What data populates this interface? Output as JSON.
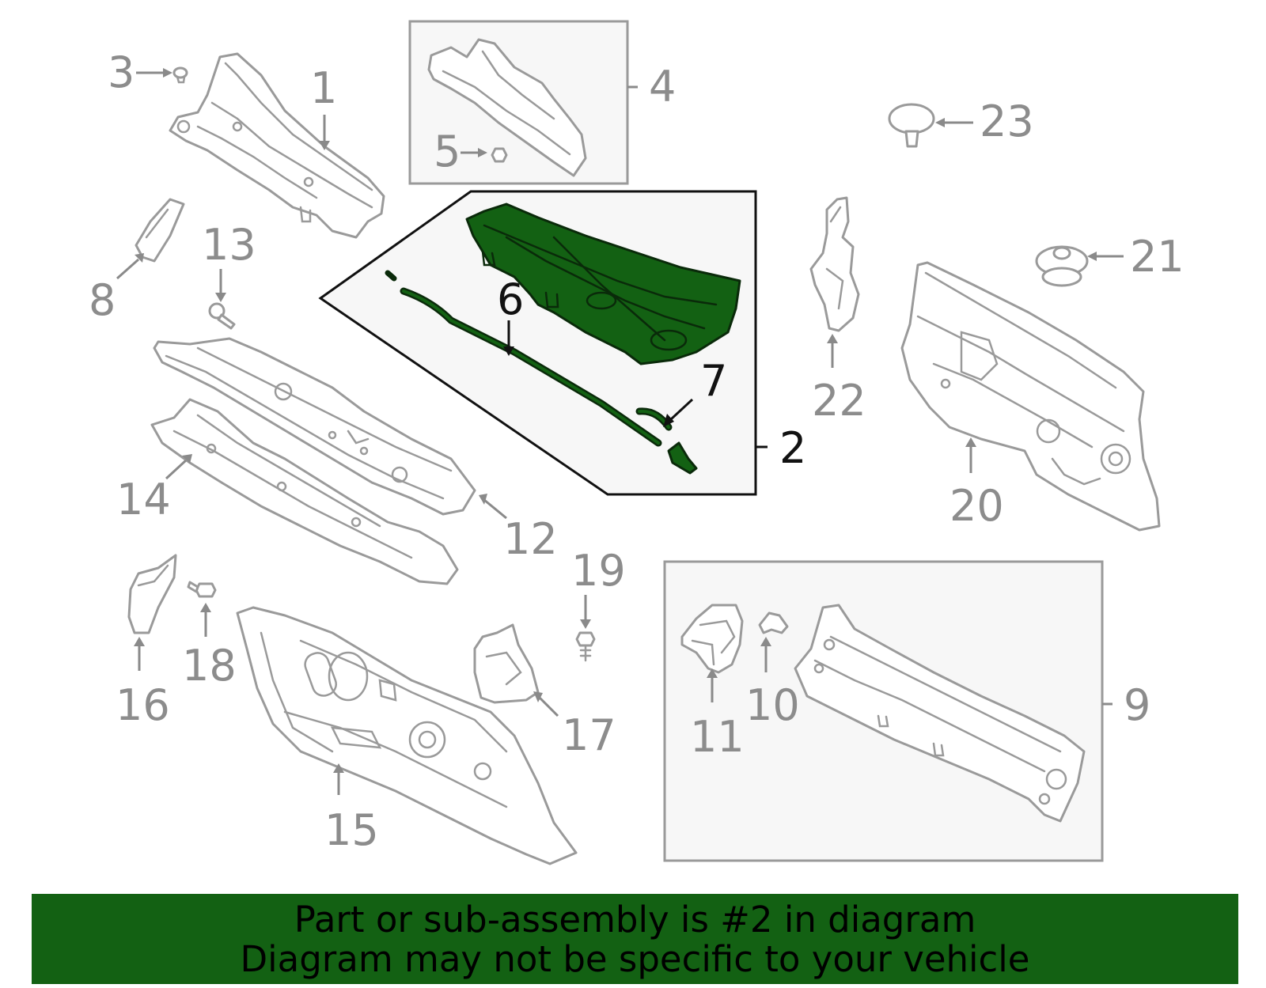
{
  "callouts": {
    "c1": "1",
    "c2": "2",
    "c3": "3",
    "c4": "4",
    "c5": "5",
    "c6": "6",
    "c7": "7",
    "c8": "8",
    "c9": "9",
    "c10": "10",
    "c11": "11",
    "c12": "12",
    "c13": "13",
    "c14": "14",
    "c15": "15",
    "c16": "16",
    "c17": "17",
    "c18": "18",
    "c19": "19",
    "c20": "20",
    "c21": "21",
    "c22": "22",
    "c23": "23"
  },
  "highlighted_part": "2",
  "banner": {
    "line1": "Part or sub-assembly is #2 in diagram",
    "line2": "Diagram may not be specific to your vehicle"
  },
  "colors": {
    "highlight": "#136113",
    "part_outline": "#9a9a9a",
    "callout_gray": "#8c8c8c",
    "callout_black": "#111111"
  }
}
